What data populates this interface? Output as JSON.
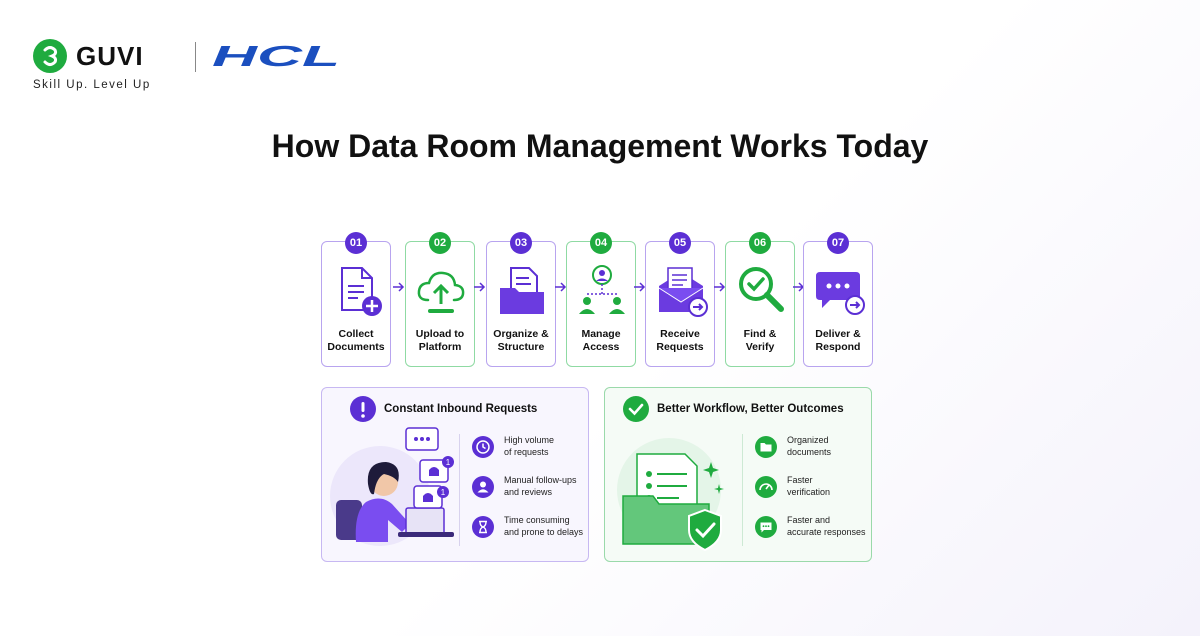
{
  "brand": {
    "name": "GUVI",
    "partner": "HCL",
    "tagline": "Skill Up. Level Up"
  },
  "title": "How Data Room Management Works Today",
  "steps": [
    {
      "number": "01",
      "label": "Collect\nDocuments",
      "icon": "document-add-icon"
    },
    {
      "number": "02",
      "label": "Upload to\nPlatform",
      "icon": "cloud-upload-icon"
    },
    {
      "number": "03",
      "label": "Organize &\nStructure",
      "icon": "folder-icon"
    },
    {
      "number": "04",
      "label": "Manage\nAccess",
      "icon": "user-hierarchy-icon"
    },
    {
      "number": "05",
      "label": "Receive\nRequests",
      "icon": "envelope-icon"
    },
    {
      "number": "06",
      "label": "Find &\nVerify",
      "icon": "magnifier-check-icon"
    },
    {
      "number": "07",
      "label": "Deliver &\nRespond",
      "icon": "chat-send-icon"
    }
  ],
  "left_panel": {
    "title": "Constant Inbound Requests",
    "items": [
      {
        "text": "High volume\nof requests",
        "icon": "clock-icon"
      },
      {
        "text": "Manual follow-ups\nand reviews",
        "icon": "person-icon"
      },
      {
        "text": "Time consuming\nand prone to delays",
        "icon": "hourglass-icon"
      }
    ],
    "notification_count": "1"
  },
  "right_panel": {
    "title": "Better Workflow, Better Outcomes",
    "items": [
      {
        "text": "Organized\ndocuments",
        "icon": "folder-icon"
      },
      {
        "text": "Faster\nverification",
        "icon": "speedometer-icon"
      },
      {
        "text": "Faster and\naccurate responses",
        "icon": "chat-icon"
      }
    ]
  },
  "colors": {
    "purple": "#5b2fd4",
    "green": "#1fab3f",
    "hcl_blue": "#1b4fbf"
  }
}
